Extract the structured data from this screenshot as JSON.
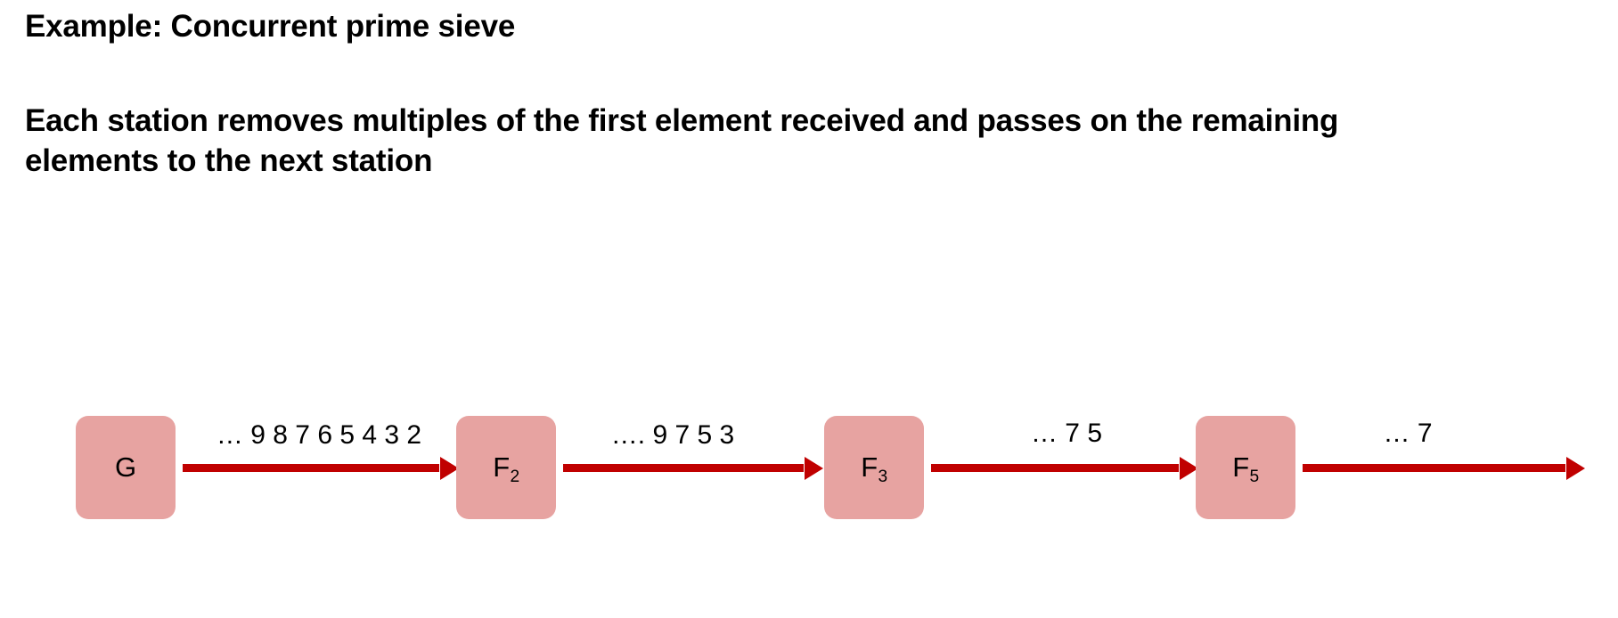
{
  "slide": {
    "title": "Example: Concurrent prime sieve",
    "subtitle": "Each station removes multiples of the first element received and passes on the remaining elements to the next station"
  },
  "diagram": {
    "type": "pipeline",
    "description": "Concurrent prime sieve pipeline: a generator feeds a chain of filter stations connected by red arrows carrying number streams",
    "node_fill": "#E7A3A1",
    "arrow_color": "#C00000",
    "nodes": [
      {
        "id": "G",
        "base": "G",
        "sub": ""
      },
      {
        "id": "F2",
        "base": "F",
        "sub": "2"
      },
      {
        "id": "F3",
        "base": "F",
        "sub": "3"
      },
      {
        "id": "F5",
        "base": "F",
        "sub": "5"
      }
    ],
    "edges": [
      {
        "from": "G",
        "to": "F2",
        "label": "… 9 8 7 6 5 4 3 2"
      },
      {
        "from": "F2",
        "to": "F3",
        "label": "…. 9 7 5 3"
      },
      {
        "from": "F3",
        "to": "F5",
        "label": "… 7 5"
      },
      {
        "from": "F5",
        "to": "out",
        "label": "… 7"
      }
    ]
  }
}
